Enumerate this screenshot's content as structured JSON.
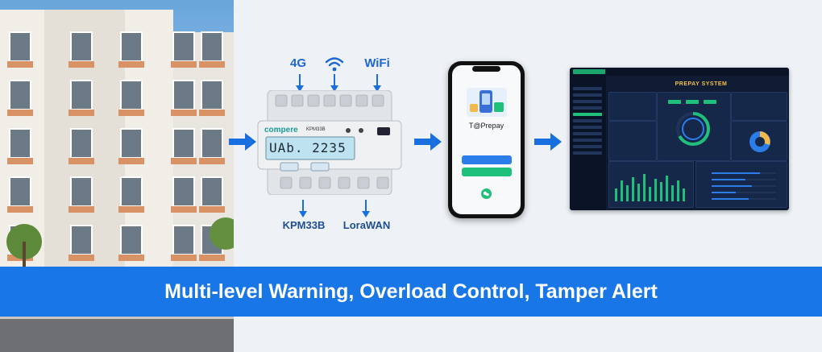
{
  "meter": {
    "brand": "compere",
    "model_small": "KPM33B",
    "display": "UAb. 2235",
    "label_top_4g": "4G",
    "label_top_wifi_icon": "wifi-icon",
    "label_top_wifi": "WiFi",
    "label_bottom_left": "KPM33B",
    "label_bottom_right": "LoraWAN"
  },
  "phone": {
    "app_name": "T@Prepay"
  },
  "dashboard": {
    "title": "PREPAY SYSTEM"
  },
  "banner": {
    "text": "Multi-level Warning, Overload Control, Tamper Alert"
  },
  "colors": {
    "banner": "#1876e6",
    "arrow": "#1a6fe0",
    "label_blue": "#1c66d6",
    "dash_bg": "#101c33",
    "accent_green": "#1fc07a"
  }
}
